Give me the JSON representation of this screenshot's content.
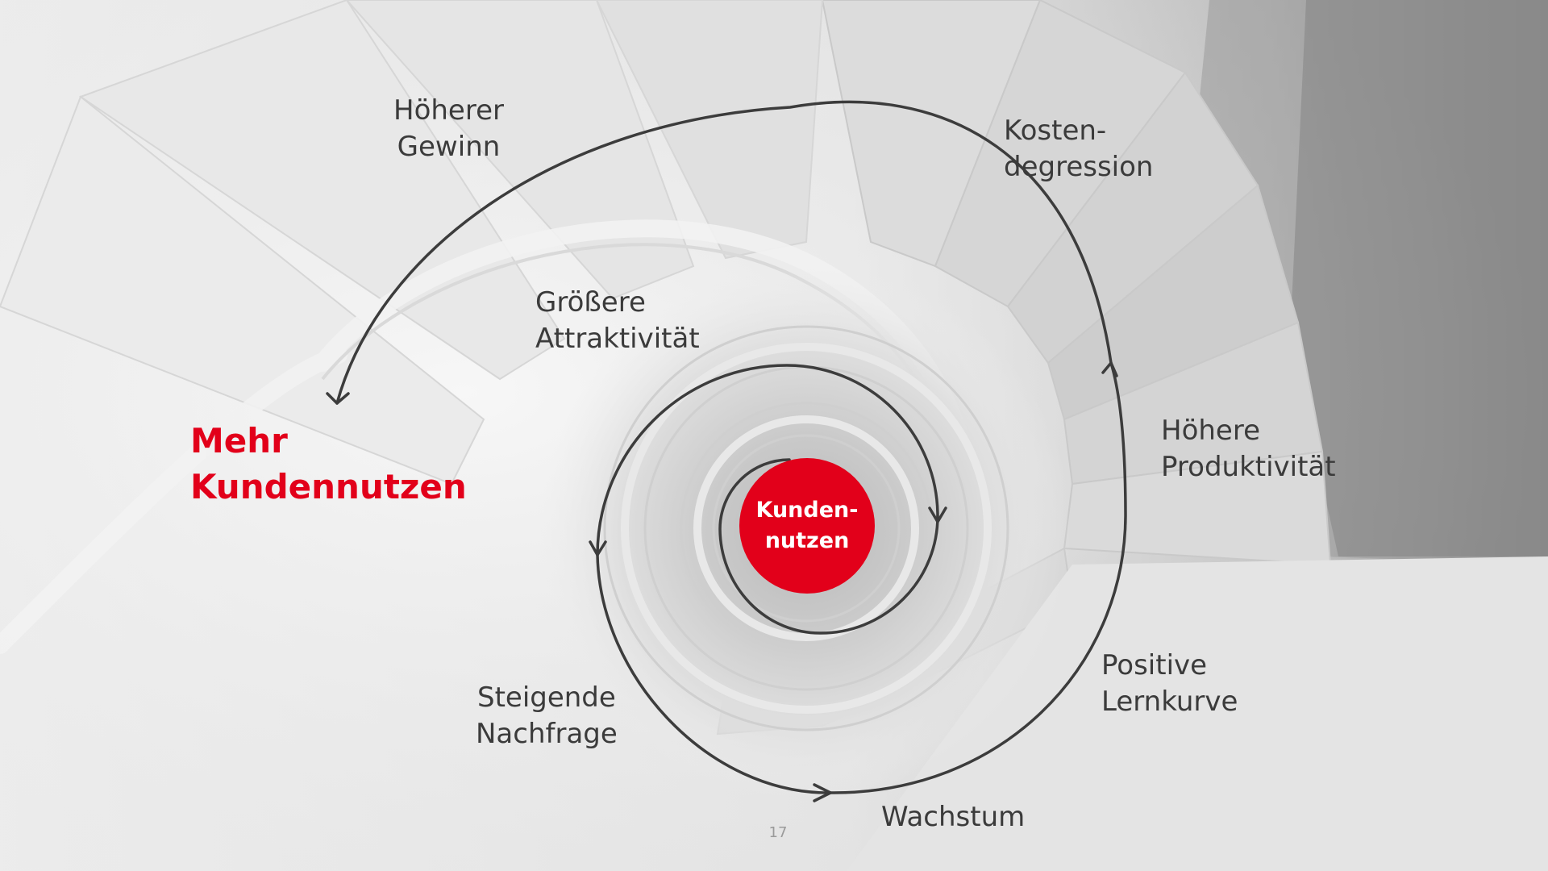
{
  "headline": {
    "line1": "Mehr",
    "line2": "Kundennutzen",
    "color": "#e2001a"
  },
  "center": {
    "line1": "Kunden-",
    "line2": "nutzen",
    "color": "#e2001a"
  },
  "steps": [
    {
      "id": "hoeherer-gewinn",
      "line1": "Höherer",
      "line2": "Gewinn"
    },
    {
      "id": "kostendegression",
      "line1": "Kosten-",
      "line2": "degression"
    },
    {
      "id": "groessere-attraktivitaet",
      "line1": "Größere",
      "line2": "Attraktivität"
    },
    {
      "id": "hoehere-produktivitaet",
      "line1": "Höhere",
      "line2": "Produktivität"
    },
    {
      "id": "positive-lernkurve",
      "line1": "Positive",
      "line2": "Lernkurve"
    },
    {
      "id": "steigende-nachfrage",
      "line1": "Steigende",
      "line2": "Nachfrage"
    },
    {
      "id": "wachstum",
      "line1": "Wachstum"
    }
  ],
  "page_number": "17",
  "icons": {
    "spiral": "spiral-arrow-icon",
    "background": "spiral-staircase-photo"
  },
  "colors": {
    "text": "#3b3b3b",
    "accent": "#e2001a",
    "arrow": "#3c3c3c"
  }
}
